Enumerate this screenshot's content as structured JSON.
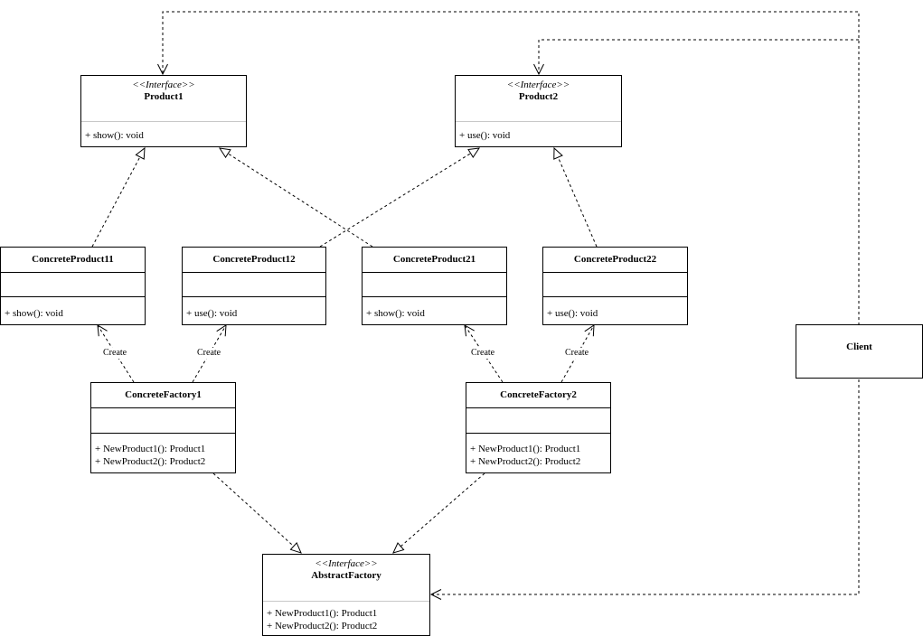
{
  "stereotype": "<<Interface>>",
  "product1": {
    "name": "Product1",
    "op": "+ show(): void"
  },
  "product2": {
    "name": "Product2",
    "op": "+ use(): void"
  },
  "cp11": {
    "name": "ConcreteProduct11",
    "op": "+ show(): void"
  },
  "cp12": {
    "name": "ConcreteProduct12",
    "op": "+ use(): void"
  },
  "cp21": {
    "name": "ConcreteProduct21",
    "op": "+ show(): void"
  },
  "cp22": {
    "name": "ConcreteProduct22",
    "op": "+ use(): void"
  },
  "client": {
    "name": "Client"
  },
  "cf1": {
    "name": "ConcreteFactory1",
    "ops": [
      "+ NewProduct1(): Product1",
      "+ NewProduct2(): Product2"
    ]
  },
  "cf2": {
    "name": "ConcreteFactory2",
    "ops": [
      "+ NewProduct1(): Product1",
      "+ NewProduct2(): Product2"
    ]
  },
  "abstract_factory": {
    "name": "AbstractFactory",
    "ops": [
      "+ NewProduct1(): Product1",
      "+ NewProduct2(): Product2"
    ]
  },
  "create_label": "Create",
  "relations": [
    {
      "from": "ConcreteProduct11",
      "to": "Product1",
      "kind": "realization"
    },
    {
      "from": "ConcreteProduct21",
      "to": "Product1",
      "kind": "realization"
    },
    {
      "from": "ConcreteProduct12",
      "to": "Product2",
      "kind": "realization"
    },
    {
      "from": "ConcreteProduct22",
      "to": "Product2",
      "kind": "realization"
    },
    {
      "from": "ConcreteFactory1",
      "to": "ConcreteProduct11",
      "kind": "dependency",
      "label": "Create"
    },
    {
      "from": "ConcreteFactory1",
      "to": "ConcreteProduct12",
      "kind": "dependency",
      "label": "Create"
    },
    {
      "from": "ConcreteFactory2",
      "to": "ConcreteProduct21",
      "kind": "dependency",
      "label": "Create"
    },
    {
      "from": "ConcreteFactory2",
      "to": "ConcreteProduct22",
      "kind": "dependency",
      "label": "Create"
    },
    {
      "from": "ConcreteFactory1",
      "to": "AbstractFactory",
      "kind": "realization"
    },
    {
      "from": "ConcreteFactory2",
      "to": "AbstractFactory",
      "kind": "realization"
    },
    {
      "from": "Client",
      "to": "Product1",
      "kind": "dependency"
    },
    {
      "from": "Client",
      "to": "Product2",
      "kind": "dependency"
    },
    {
      "from": "Client",
      "to": "AbstractFactory",
      "kind": "dependency"
    }
  ]
}
